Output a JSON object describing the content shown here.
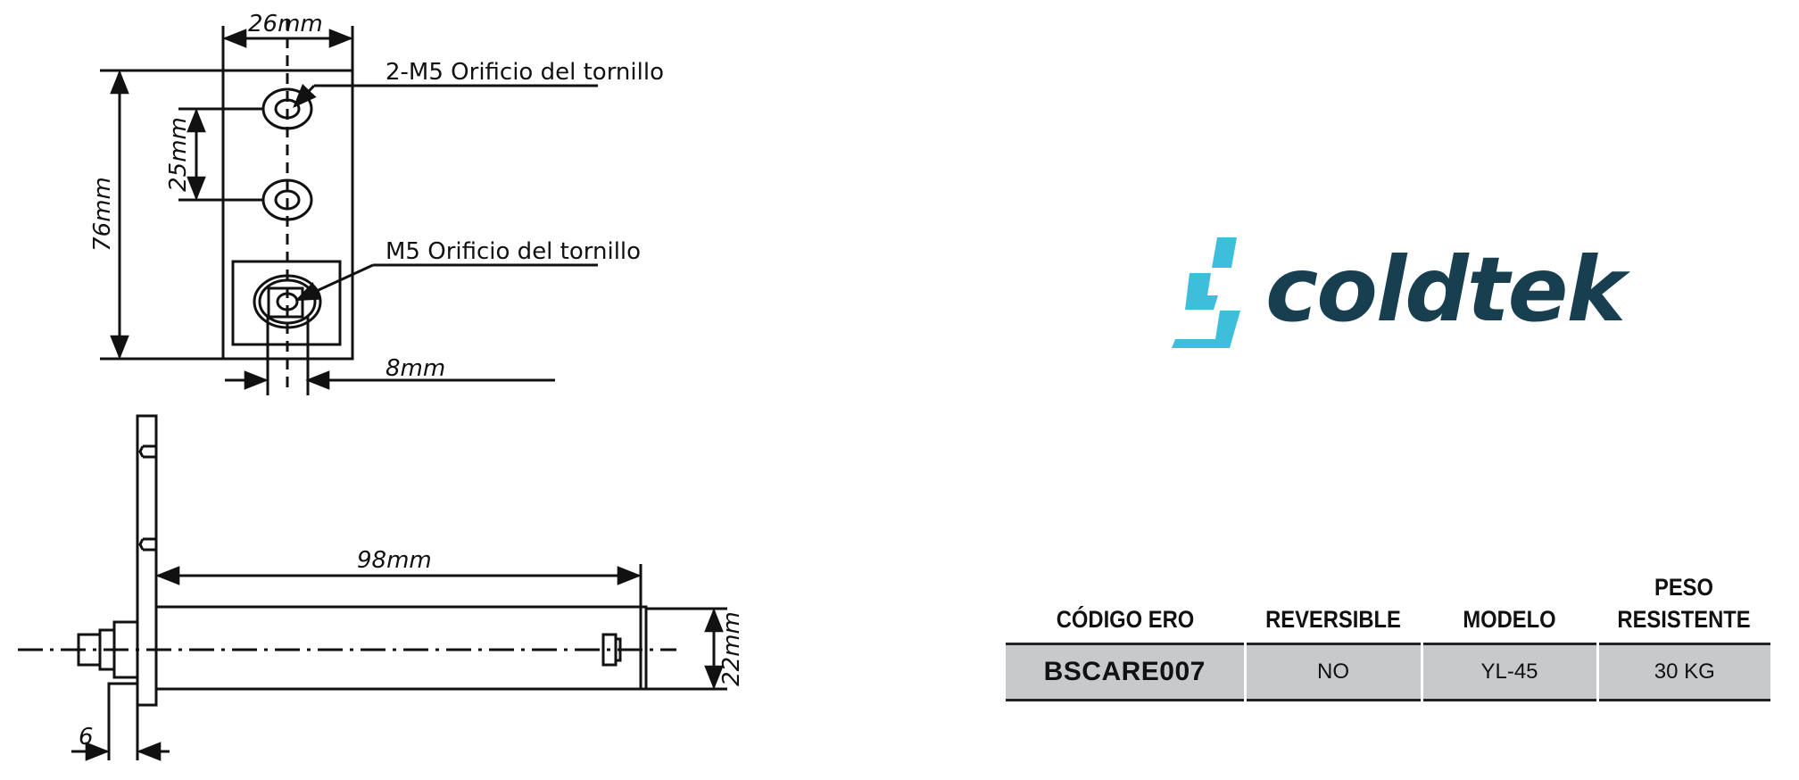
{
  "diagram": {
    "top_view": {
      "width_dim": "26mm",
      "height_dim": "76mm",
      "spacing_dim": "25mm",
      "offset_dim": "8mm",
      "callout_holes": "2-M5 Orificio del tornillo",
      "callout_single": "M5 Orificio del tornillo"
    },
    "side_view": {
      "length_dim": "98mm",
      "diameter_dim": "22mm",
      "plate_dim": "6"
    }
  },
  "brand": {
    "name": "coldtek",
    "primary_color": "#173f4f",
    "accent_color": "#3dbfdc"
  },
  "table": {
    "headers": [
      "CÓDIGO ERO",
      "REVERSIBLE",
      "MODELO",
      "PESO\nRESISTENTE"
    ],
    "rows": [
      [
        "BSCARE007",
        "NO",
        "YL-45",
        "30 KG"
      ]
    ],
    "row_fill": "#c8c9cb"
  }
}
